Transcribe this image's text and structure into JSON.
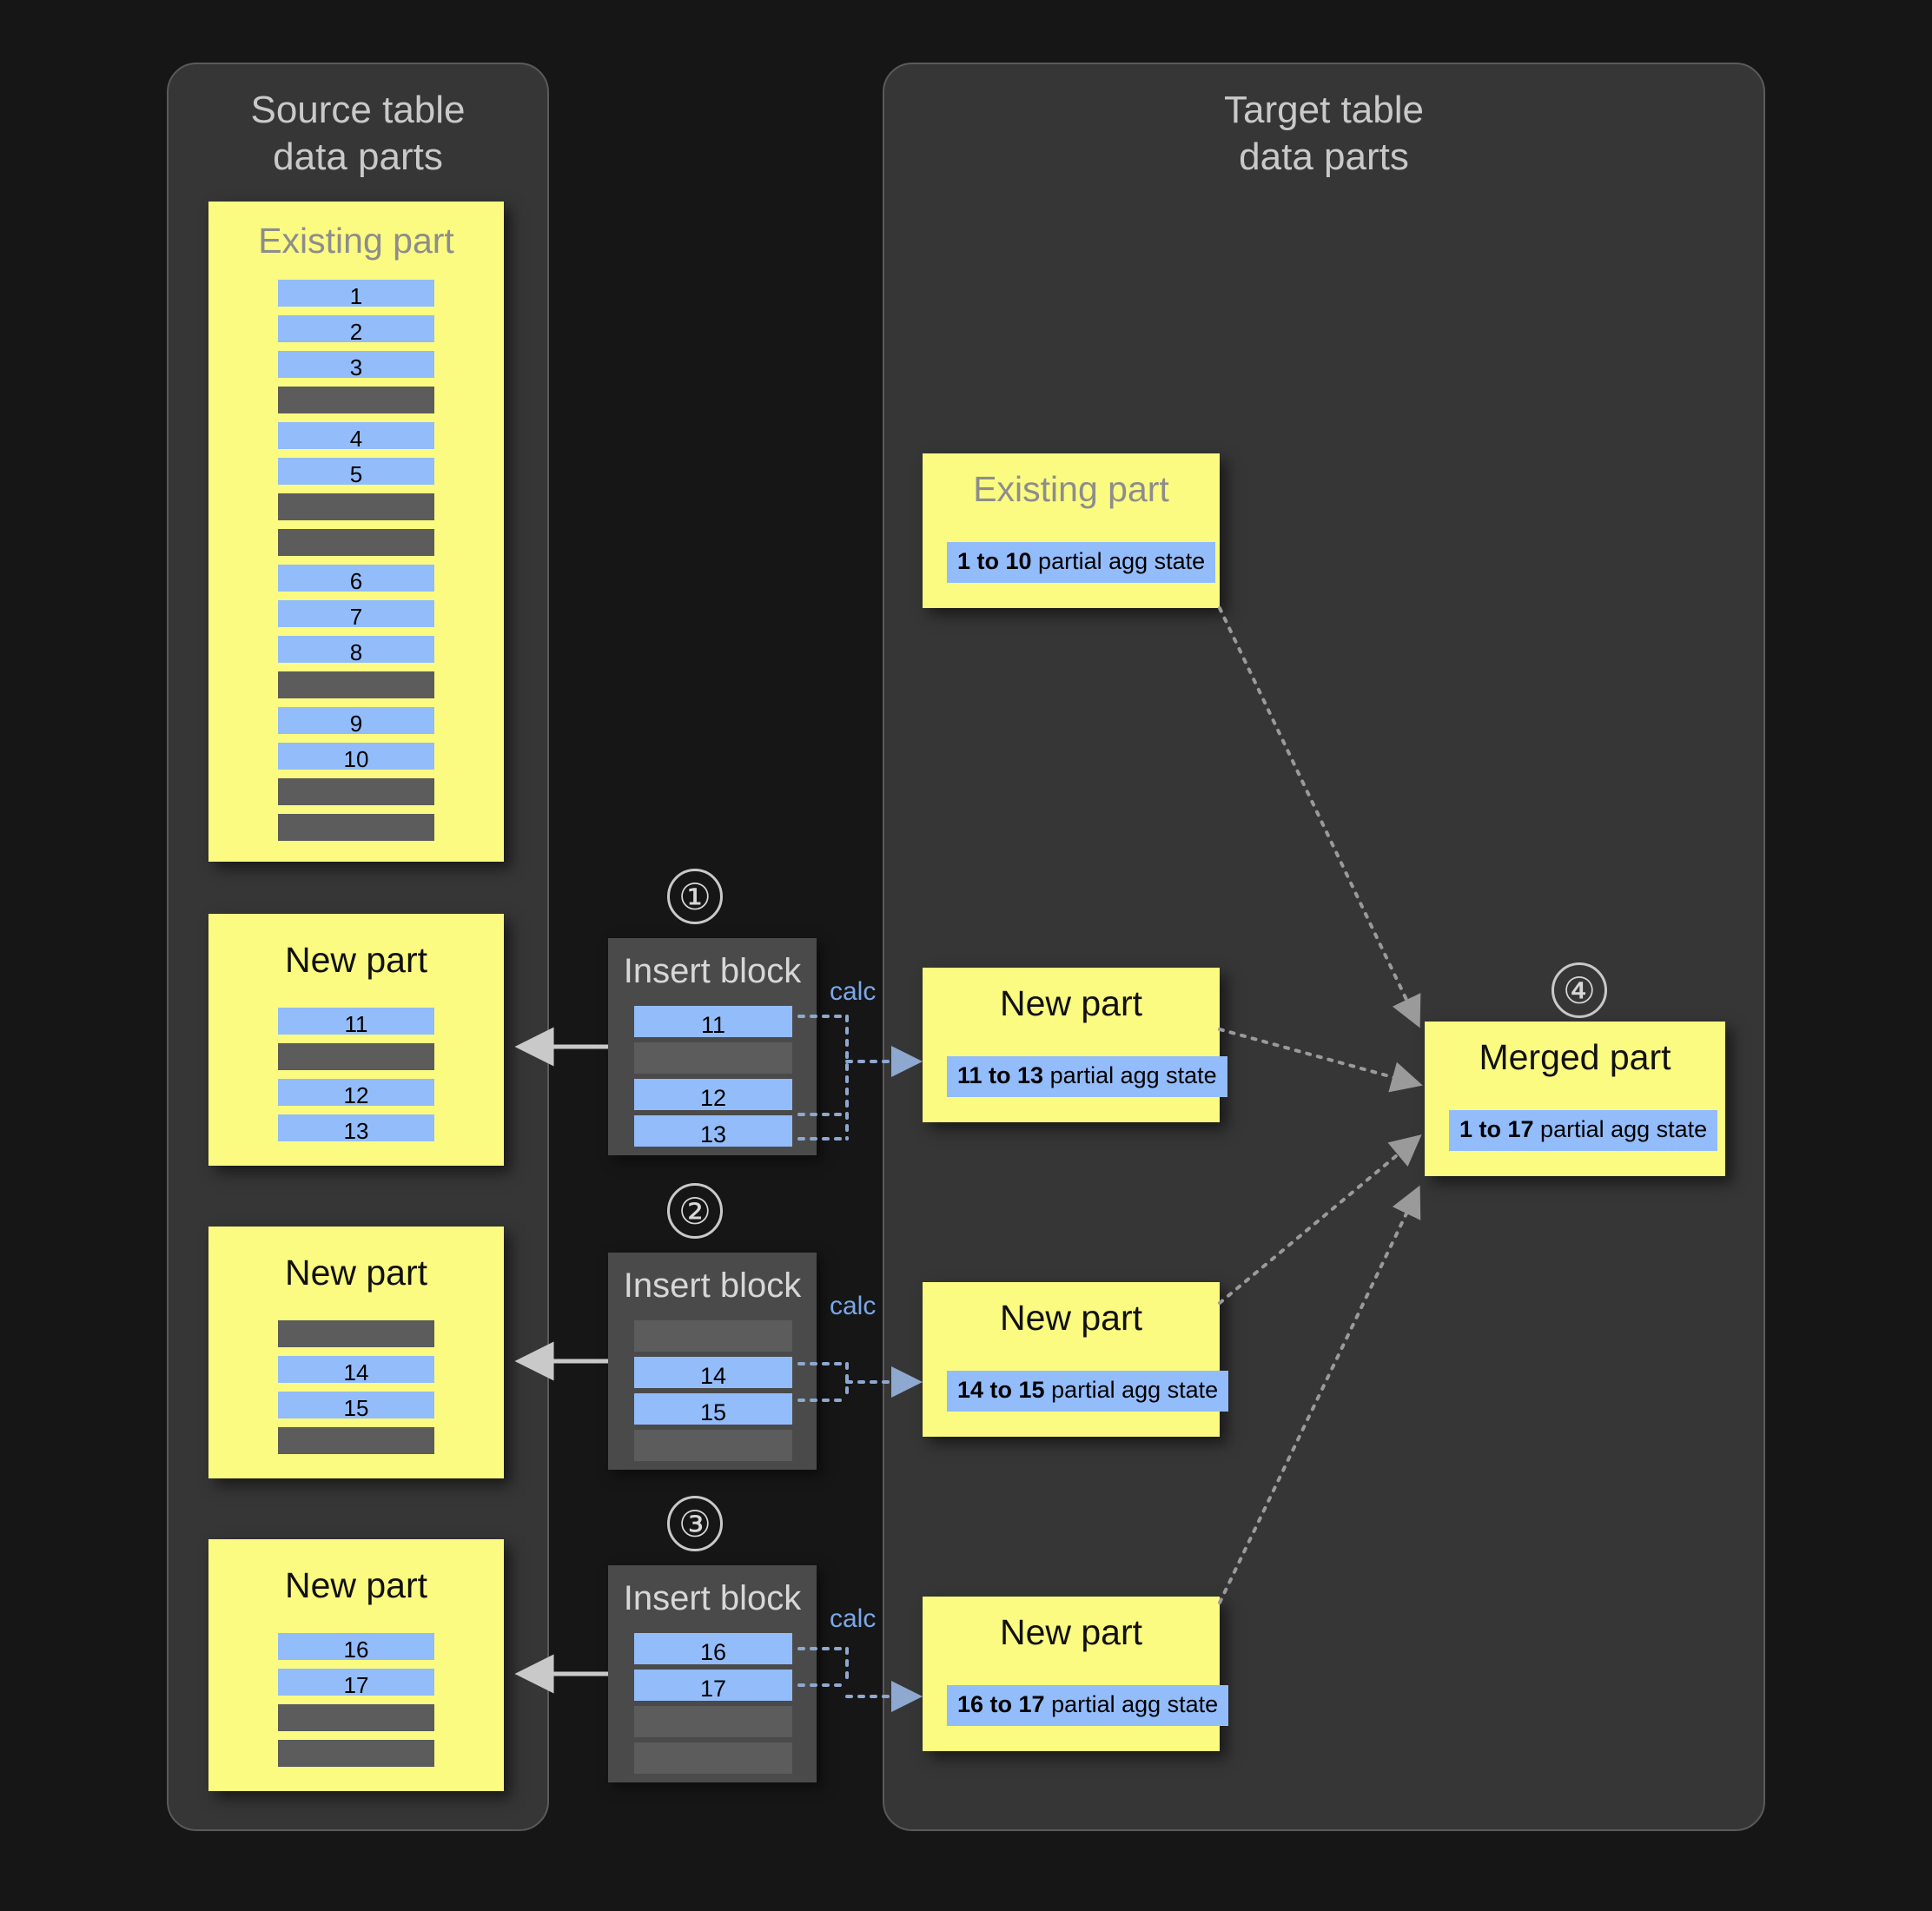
{
  "colors": {
    "background": "#161616",
    "panel": "#363636",
    "panel_border": "#5a5a5a",
    "part_yellow": "#fbfb81",
    "row_blue": "#93bcfb",
    "row_gray": "#5c5c5c",
    "insert_block": "#4a4a4a",
    "calc_label": "#7aa7e8",
    "arrow": "#c9c9c9",
    "muted_title": "#8d8d8d"
  },
  "panels": {
    "source": {
      "title": "Source table\ndata parts"
    },
    "target": {
      "title": "Target table\ndata parts"
    }
  },
  "source_parts": [
    {
      "title": "Existing part",
      "title_muted": true,
      "rows": [
        {
          "type": "blue",
          "label": "1"
        },
        {
          "type": "blue",
          "label": "2"
        },
        {
          "type": "blue",
          "label": "3"
        },
        {
          "type": "gray",
          "label": ""
        },
        {
          "type": "blue",
          "label": "4"
        },
        {
          "type": "blue",
          "label": "5"
        },
        {
          "type": "gray",
          "label": ""
        },
        {
          "type": "gray",
          "label": ""
        },
        {
          "type": "blue",
          "label": "6"
        },
        {
          "type": "blue",
          "label": "7"
        },
        {
          "type": "blue",
          "label": "8"
        },
        {
          "type": "gray",
          "label": ""
        },
        {
          "type": "blue",
          "label": "9"
        },
        {
          "type": "blue",
          "label": "10"
        },
        {
          "type": "gray",
          "label": ""
        },
        {
          "type": "gray",
          "label": ""
        }
      ]
    },
    {
      "title": "New part",
      "title_muted": false,
      "rows": [
        {
          "type": "blue",
          "label": "11"
        },
        {
          "type": "gray",
          "label": ""
        },
        {
          "type": "blue",
          "label": "12"
        },
        {
          "type": "blue",
          "label": "13"
        }
      ]
    },
    {
      "title": "New part",
      "title_muted": false,
      "rows": [
        {
          "type": "gray",
          "label": ""
        },
        {
          "type": "blue",
          "label": "14"
        },
        {
          "type": "blue",
          "label": "15"
        },
        {
          "type": "gray",
          "label": ""
        }
      ]
    },
    {
      "title": "New part",
      "title_muted": false,
      "rows": [
        {
          "type": "blue",
          "label": "16"
        },
        {
          "type": "blue",
          "label": "17"
        },
        {
          "type": "gray",
          "label": ""
        },
        {
          "type": "gray",
          "label": ""
        }
      ]
    }
  ],
  "insert_blocks": [
    {
      "step": "①",
      "title": "Insert block",
      "calc_label": "calc",
      "rows": [
        {
          "type": "blue",
          "label": "11"
        },
        {
          "type": "gray",
          "label": ""
        },
        {
          "type": "blue",
          "label": "12"
        },
        {
          "type": "blue",
          "label": "13"
        }
      ]
    },
    {
      "step": "②",
      "title": "Insert block",
      "calc_label": "calc",
      "rows": [
        {
          "type": "gray",
          "label": ""
        },
        {
          "type": "blue",
          "label": "14"
        },
        {
          "type": "blue",
          "label": "15"
        },
        {
          "type": "gray",
          "label": ""
        }
      ]
    },
    {
      "step": "③",
      "title": "Insert block",
      "calc_label": "calc",
      "rows": [
        {
          "type": "blue",
          "label": "16"
        },
        {
          "type": "blue",
          "label": "17"
        },
        {
          "type": "gray",
          "label": ""
        },
        {
          "type": "gray",
          "label": ""
        }
      ]
    }
  ],
  "target_parts": [
    {
      "title": "Existing part",
      "title_muted": true,
      "agg_range": "1 to 10",
      "agg_suffix": " partial agg state"
    },
    {
      "title": "New part",
      "title_muted": false,
      "agg_range": "11 to 13",
      "agg_suffix": " partial agg state"
    },
    {
      "title": "New part",
      "title_muted": false,
      "agg_range": "14 to 15",
      "agg_suffix": " partial agg state"
    },
    {
      "title": "New part",
      "title_muted": false,
      "agg_range": "16 to 17",
      "agg_suffix": " partial agg state"
    }
  ],
  "merged_part": {
    "step": "④",
    "title": "Merged part",
    "agg_range": "1 to 17",
    "agg_suffix": " partial agg state"
  }
}
